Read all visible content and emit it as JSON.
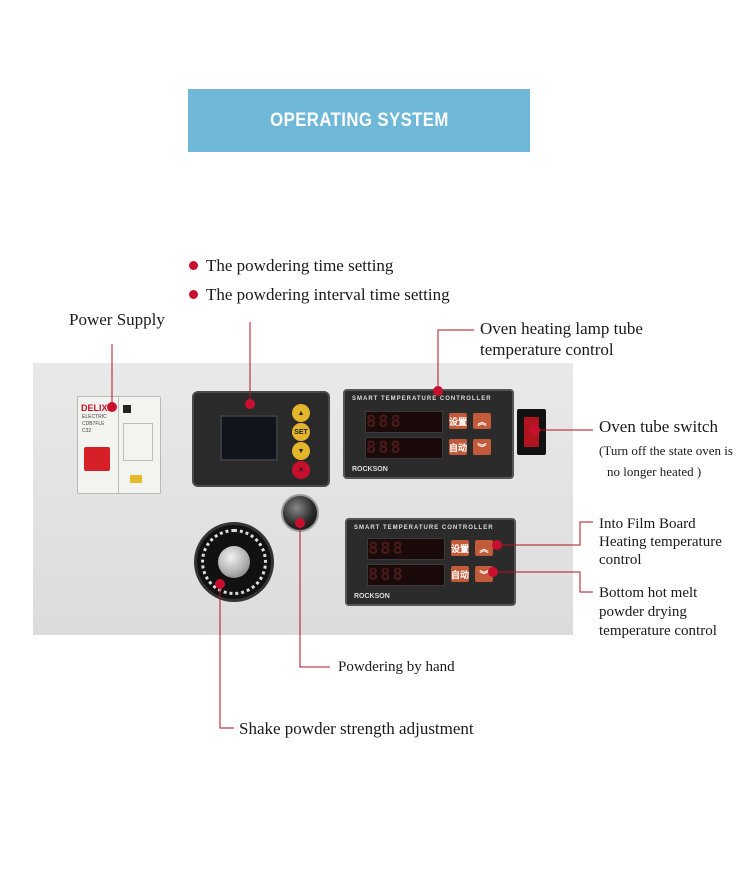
{
  "banner": {
    "title": "OPERATING SYSTEM",
    "color": "#6fb8d8"
  },
  "labels": {
    "powdering_time": "The powdering time setting",
    "powdering_interval": "The powdering interval time setting",
    "power_supply": "Power Supply",
    "oven_lamp_line1": "Oven heating lamp tube",
    "oven_lamp_line2": "temperature control",
    "oven_switch": "Oven tube switch",
    "oven_switch_note1": "(Turn off the state oven is",
    "oven_switch_note2": "no longer heated )",
    "film_board_line1": "Into Film Board",
    "film_board_line2": "Heating temperature",
    "film_board_line3": "control",
    "bottom_line1": "Bottom hot melt",
    "bottom_line2": "powder drying",
    "bottom_line3": "temperature control",
    "powdering_hand": "Powdering by hand",
    "shake_powder": "Shake powder strength adjustment"
  },
  "device": {
    "breaker_brand": "DELIXI",
    "breaker_sub": "ELECTRIC",
    "breaker_model": "CDB7FLE",
    "breaker_rating": "C32",
    "timer_set": "SET",
    "controller_header": "SMART TEMPERATURE CONTROLLER",
    "controller_brand": "ROCKSON",
    "controller_digits": "888",
    "controller_btn_set": "设置",
    "controller_btn_auto": "自动"
  },
  "colors": {
    "pointer": "#c8102e",
    "line": "#b01020"
  }
}
